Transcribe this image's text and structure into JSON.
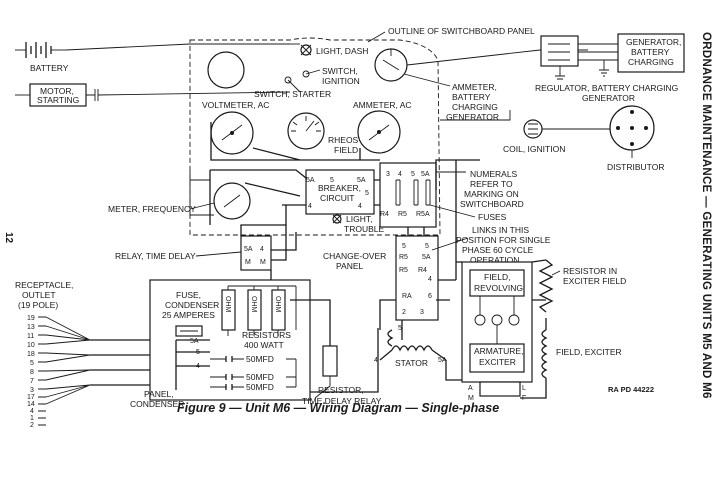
{
  "side_header": "ORDNANCE MAINTENANCE — GENERATING UNITS M5 AND M6",
  "page_number": "12",
  "caption": "Figure 9 — Unit M6 — Wiring Diagram — Single-phase",
  "reference": "RA PD 44222",
  "labels": {
    "battery": "BATTERY",
    "motor_starting": [
      "MOTOR,",
      "STARTING"
    ],
    "switchboard_outline": "OUTLINE OF SWITCHBOARD PANEL",
    "light_dash": "LIGHT, DASH",
    "switch_ignition": [
      "SWITCH,",
      "IGNITION"
    ],
    "switch_starter": "SWITCH, STARTER",
    "generator_battery_charging_box": [
      "GENERATOR,",
      "BATTERY",
      "CHARGING"
    ],
    "regulator": [
      "REGULATOR, BATTERY CHARGING",
      "GENERATOR"
    ],
    "voltmeter": "VOLTMETER, AC",
    "ammeter": "AMMETER, AC",
    "ammeter_battery_gen": [
      "AMMETER,",
      "BATTERY",
      "CHARGING",
      "GENERATOR"
    ],
    "rheostat": [
      "RHEOSTAT,",
      "FIELD"
    ],
    "coil_ignition": "COIL, IGNITION",
    "distributor": "DISTRIBUTOR",
    "breaker": [
      "BREAKER,",
      "CIRCUIT"
    ],
    "meter_frequency": "METER, FREQUENCY",
    "light_trouble": [
      "LIGHT,",
      "TROUBLE"
    ],
    "numerals_note": [
      "NUMERALS",
      "REFER TO",
      "MARKING ON",
      "SWITCHBOARD"
    ],
    "fuses": "FUSES",
    "links_note": [
      "LINKS IN THIS",
      "POSITION FOR SINGLE",
      "PHASE 60 CYCLE",
      "OPERATION"
    ],
    "relay_time_delay": "RELAY, TIME DELAY",
    "change_over_panel": [
      "CHANGE-OVER",
      "PANEL"
    ],
    "receptacle": [
      "RECEPTACLE,",
      "OUTLET",
      "(19 POLE)"
    ],
    "fuse_condenser": [
      "FUSE,",
      "CONDENSER",
      "25 AMPERES"
    ],
    "resistors": [
      "RESISTORS",
      "400 WATT"
    ],
    "cap_1": "50MFD",
    "cap_2": "50MFD",
    "cap_3": "50MFD",
    "panel_condenser": [
      "PANEL,",
      "CONDENSER"
    ],
    "resistor_time_delay": [
      "RESISTOR,",
      "TIME DELAY RELAY"
    ],
    "stator": "STATOR",
    "field_revolving": [
      "FIELD,",
      "REVOLVING"
    ],
    "armature_exciter": [
      "ARMATURE,",
      "EXCITER"
    ],
    "resistor_exciter_field": [
      "RESISTOR IN",
      "EXCITER FIELD"
    ],
    "field_exciter": "FIELD, EXCITER",
    "resistor_tag": "OHM"
  },
  "terminal_marks": {
    "breaker": [
      "5A",
      "5",
      "4",
      "5A",
      "4",
      "5"
    ],
    "fuse_panel": [
      "3",
      "4",
      "5",
      "5A",
      "R4",
      "R5",
      "R5A"
    ],
    "relay": [
      "5A",
      "4",
      "M",
      "M"
    ],
    "changeover": [
      "5",
      "5",
      "R5",
      "5A",
      "R5",
      "R4",
      "4",
      "RA",
      "6",
      "2",
      "3"
    ],
    "condenser_panel": [
      "5A",
      "5",
      "4"
    ],
    "stator": [
      "5",
      "4",
      "5A"
    ],
    "exciter": [
      "A",
      "L",
      "M",
      "F"
    ],
    "receptacle_pins": [
      "19",
      "13",
      "11",
      "10",
      "18",
      "5",
      "8",
      "7",
      "3",
      "17",
      "14",
      "4",
      "1",
      "2"
    ]
  }
}
